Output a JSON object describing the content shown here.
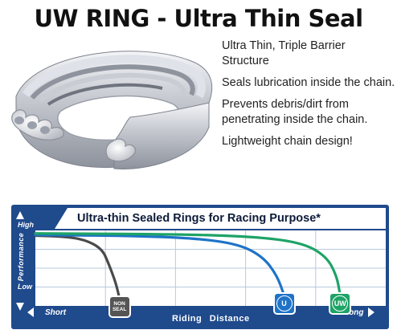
{
  "title": "UW RING - Ultra Thin Seal",
  "features": [
    "Ultra Thin, Triple Barrier Structure",
    "Seals lubrication inside the chain.",
    "Prevents debris/dirt from penetrating inside the chain.",
    "Lightweight chain design!"
  ],
  "chart_data": {
    "type": "line",
    "title": "Ultra-thin Sealed Rings for Racing Purpose*",
    "xlabel": "Riding Distance",
    "ylabel": "Performance",
    "x_tick_labels": {
      "start": "Short",
      "end": "Long"
    },
    "y_tick_labels": {
      "top": "High",
      "bottom": "Low"
    },
    "xlim": [
      0,
      100
    ],
    "ylim": [
      0,
      100
    ],
    "grid": true,
    "series": [
      {
        "name": "NON SEAL",
        "color": "#4a4a4a",
        "x": [
          0,
          8,
          14,
          19,
          21,
          23,
          24
        ],
        "y": [
          93,
          92,
          88,
          76,
          55,
          30,
          10
        ]
      },
      {
        "name": "U",
        "color": "#1e73c8",
        "x": [
          0,
          25,
          45,
          58,
          65,
          69,
          71
        ],
        "y": [
          94,
          93,
          90,
          82,
          65,
          40,
          14
        ]
      },
      {
        "name": "UW",
        "color": "#1ea366",
        "x": [
          0,
          40,
          62,
          76,
          83,
          86,
          87
        ],
        "y": [
          96,
          95,
          92,
          84,
          66,
          40,
          14
        ]
      }
    ],
    "badges": [
      {
        "label_line1": "NON",
        "label_line2": "SEAL",
        "color": "#555555"
      },
      {
        "label": "U",
        "color": "#1e73c8"
      },
      {
        "label": "UW",
        "color": "#1ea366"
      }
    ]
  }
}
